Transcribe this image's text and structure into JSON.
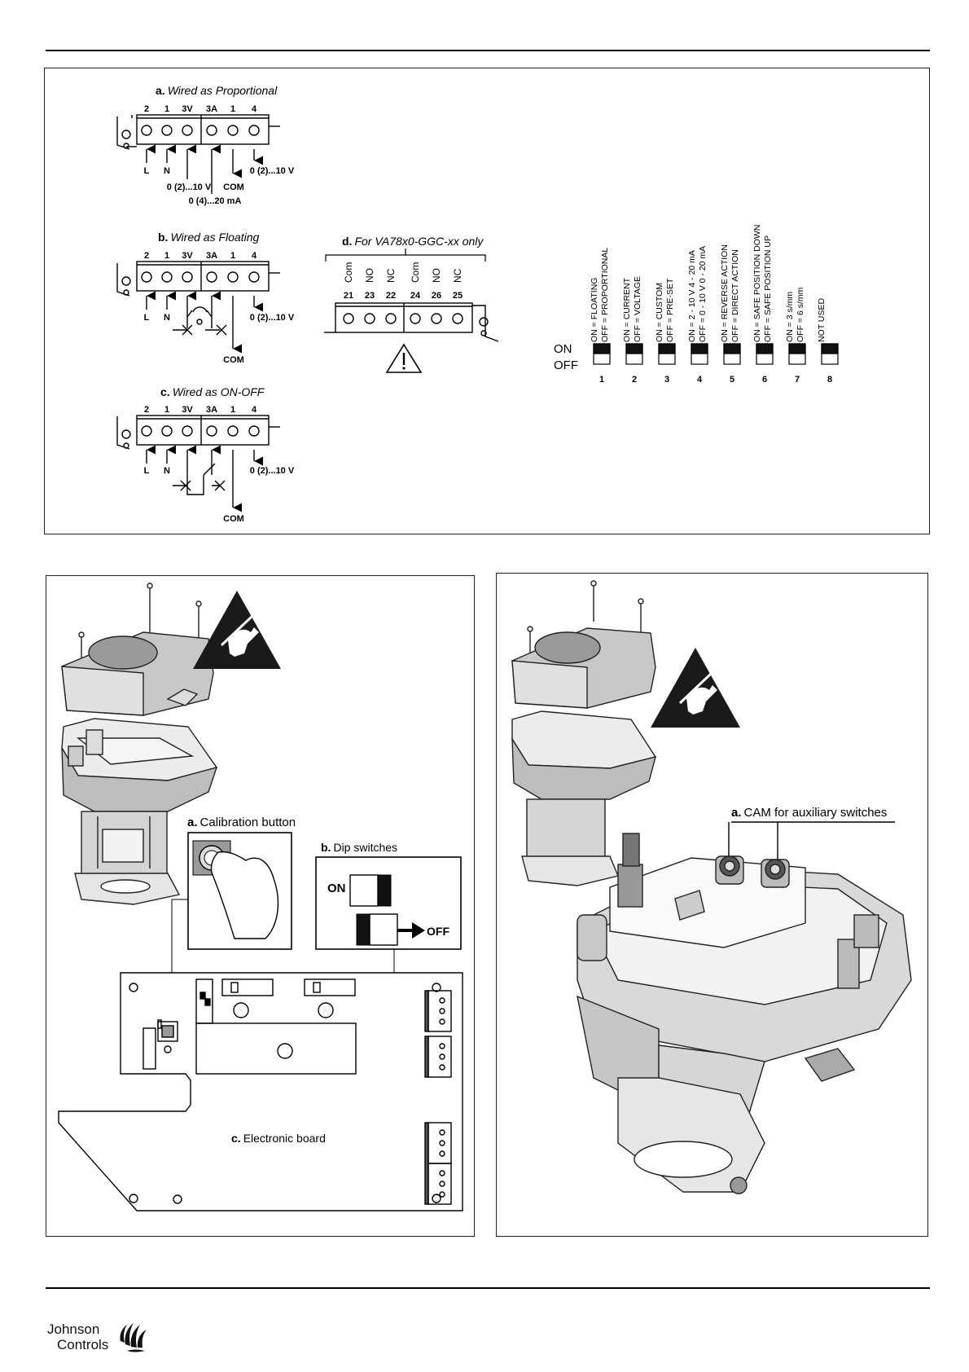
{
  "wiring": {
    "a": {
      "letter": "a.",
      "title": "Wired as Proportional",
      "terminals": [
        "2",
        "1",
        "3V",
        "3A",
        "1",
        "4"
      ],
      "labels": [
        "L",
        "N",
        "0 (2)...10 V",
        "COM",
        "0 (2)...10 V",
        "0 (4)...20 mA"
      ]
    },
    "b": {
      "letter": "b.",
      "title": "Wired as Floating",
      "terminals": [
        "2",
        "1",
        "3V",
        "3A",
        "1",
        "4"
      ],
      "labels": [
        "L",
        "N",
        "0 (2)...10 V",
        "COM"
      ]
    },
    "c": {
      "letter": "c.",
      "title": "Wired as ON-OFF",
      "terminals": [
        "2",
        "1",
        "3V",
        "3A",
        "1",
        "4"
      ],
      "labels": [
        "L",
        "N",
        "0 (2)...10 V",
        "COM"
      ]
    },
    "d": {
      "letter": "d.",
      "title": "For VA78x0-GGC-xx only",
      "contacts": [
        "Com",
        "NO",
        "NC",
        "Com",
        "NO",
        "NC"
      ],
      "numbers": [
        "21",
        "23",
        "22",
        "24",
        "26",
        "25"
      ]
    }
  },
  "dip": {
    "on_label": "ON",
    "off_label": "OFF",
    "switches": [
      {
        "number": "1",
        "line1": "ON  = FLOATING",
        "line2": "OFF = PROPORTIONAL"
      },
      {
        "number": "2",
        "line1": "ON  = CURRENT",
        "line2": "OFF = VOLTAGE"
      },
      {
        "number": "3",
        "line1": "ON  = CUSTOM",
        "line2": "OFF = PRE-SET"
      },
      {
        "number": "4",
        "line1": "ON  = 2 - 10 V    4 - 20 mA",
        "line2": "OFF = 0 - 10 V    0 - 20 mA"
      },
      {
        "number": "5",
        "line1": "ON  = REVERSE ACTION",
        "line2": "OFF = DIRECT ACTION"
      },
      {
        "number": "6",
        "line1": "ON  = SAFE POSITION DOWN",
        "line2": "OFF = SAFE POSITION UP"
      },
      {
        "number": "7",
        "line1": "ON  = 3 s/mm",
        "line2": "OFF = 6 s/mm"
      },
      {
        "number": "8",
        "line1": "NOT USED",
        "line2": ""
      }
    ]
  },
  "panel_left": {
    "a_letter": "a.",
    "a_label": "Calibration button",
    "b_letter": "b.",
    "b_label": "Dip switches",
    "on": "ON",
    "off": "OFF",
    "c_letter": "c.",
    "c_label": "Electronic board"
  },
  "panel_right": {
    "a_letter": "a.",
    "a_label": "CAM for auxiliary switches"
  },
  "footer": {
    "brand_line1": "Johnson",
    "brand_line2": "Controls"
  }
}
